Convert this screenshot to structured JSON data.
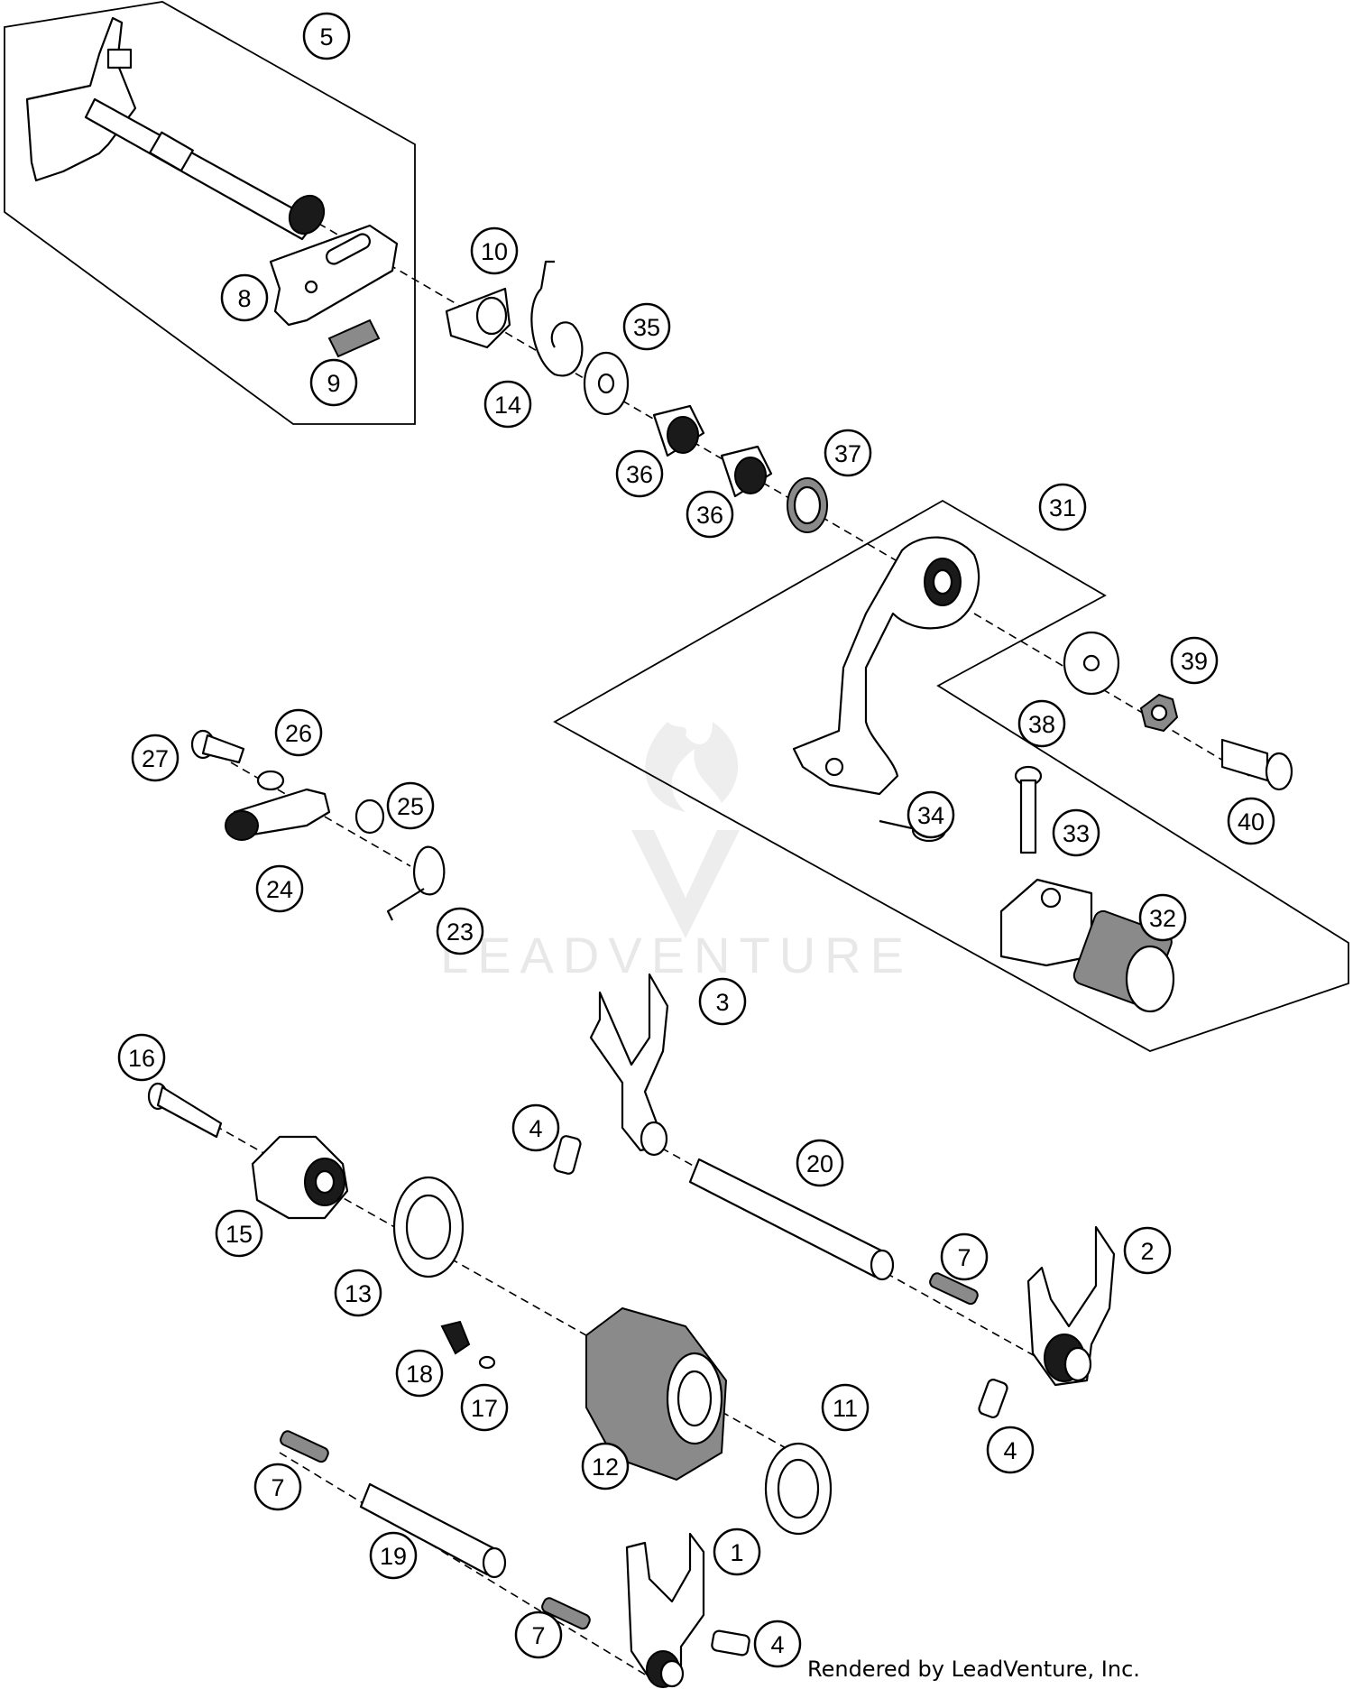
{
  "watermark": "LEADVENTURE",
  "credit": "Rendered by LeadVenture, Inc.",
  "callouts": [
    "5",
    "10",
    "8",
    "35",
    "9",
    "14",
    "36",
    "37",
    "36",
    "31",
    "39",
    "38",
    "27",
    "26",
    "25",
    "34",
    "33",
    "40",
    "24",
    "23",
    "32",
    "3",
    "16",
    "4",
    "20",
    "15",
    "7",
    "2",
    "13",
    "18",
    "11",
    "17",
    "12",
    "4",
    "7",
    "1",
    "19",
    "7",
    "4"
  ]
}
